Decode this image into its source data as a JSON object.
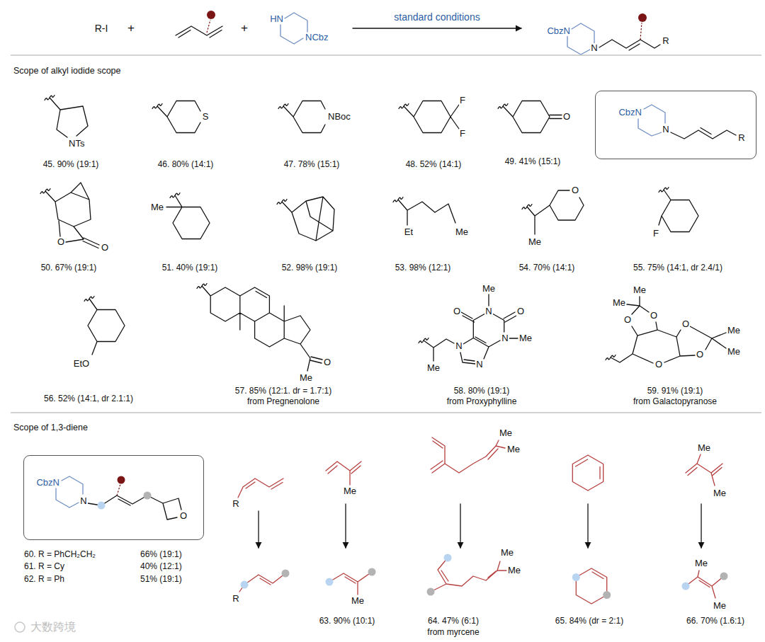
{
  "diagram": {
    "nodes": [
      {
        "text": [
          "CbzN",
          "N",
          "R"
        ]
      },
      {
        "text": [
          "CbzN",
          "N",
          "O"
        ]
      }
    ],
    "labels": [
      "R-I",
      "+",
      "+",
      "HN",
      "NCbz",
      "standard conditions",
      "CbzN",
      "N",
      "R",
      "Scope of alkyl iodide scope",
      "NTs",
      "45. 90% (19:1)",
      "S",
      "46. 80% (14:1)",
      "NBoc",
      "47. 78% (15:1)",
      "F",
      "F",
      "48. 52% (14:1)",
      "O",
      "49. 41% (15:1)",
      "O",
      "O",
      "50. 67% (19:1)",
      "Me",
      "51. 40% (19:1)",
      "52. 98% (19:1)",
      "Et",
      "Me",
      "53. 98% (12:1)",
      "O",
      "Me",
      "54. 70% (14:1)",
      "F",
      "55. 75% (14:1, dr 2.4/1)",
      "EtO",
      "56. 52% (14:1, dr 2.1:1)",
      "O",
      "Me",
      "57. 85% (12:1. dr = 1.7:1)",
      "from Pregnenolone",
      "Me",
      "O",
      "N",
      "O",
      "N",
      "Me",
      "N",
      "N",
      "Me",
      "58. 80% (19:1)",
      "from Proxyphylline",
      "Me",
      "Me",
      "O",
      "O",
      "O",
      "O",
      "O",
      "Me",
      "Me",
      "59. 91% (19:1)",
      "from Galactopyranose",
      "Scope of 1,3-diene",
      "R",
      "Me",
      "Me",
      "Me",
      "Me",
      "Me",
      "60. R = PhCH₂CH₂",
      "66% (19:1)",
      "61. R = Cy",
      "40% (12:1)",
      "62. R = Ph",
      "51% (19:1)",
      "R",
      "Me",
      "Me",
      "Me",
      "Me",
      "Me",
      "63. 90% (10:1)",
      "64. 47% (6:1)",
      "from myrcene",
      "65. 84% (dr = 2:1)",
      "66. 70% (1.6:1)",
      "大数跨境"
    ]
  }
}
